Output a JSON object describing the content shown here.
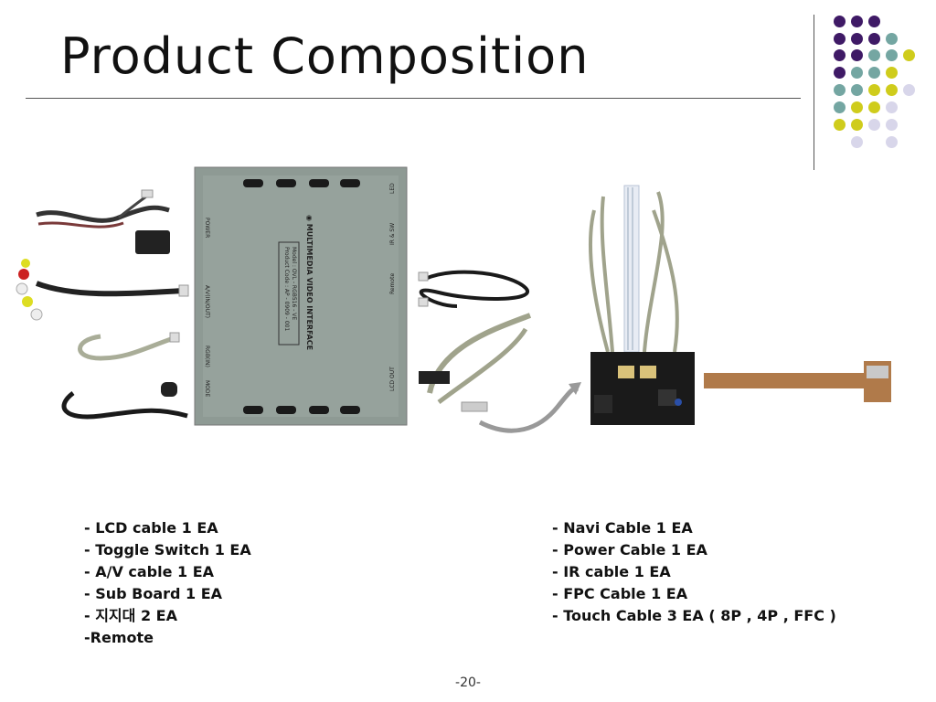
{
  "slide": {
    "title": "Product Composition",
    "page_number": "-20-"
  },
  "device": {
    "brand_line": "◉ MULTIMEDIA VIDEO INTERFACE",
    "model_line": "Model : OVL - RGB516 - VE",
    "code_line": "Product Code : AP - 0909 - 001",
    "port_power": "POWER",
    "port_av": "A/V(IN/OUT)",
    "port_rgb": "RGB(IN)",
    "port_mode": "MODE",
    "port_led": "LED",
    "port_ir": "IR & SW",
    "port_remote": "Remote",
    "port_lcd": "LCD OUT"
  },
  "left_list": [
    "- LCD cable 1 EA",
    "- Toggle Switch 1 EA",
    "- A/V cable 1 EA",
    "- Sub Board 1 EA",
    "- 지지대 2 EA",
    "-Remote"
  ],
  "right_list": [
    "- Navi Cable 1 EA",
    "- Power Cable 1 EA",
    "- IR cable 1 EA",
    "- FPC Cable 1 EA",
    "- Touch Cable 3 EA ( 8P , 4P , FFC )"
  ],
  "colors": {
    "purple": "#3f1a66",
    "teal": "#74a6a2",
    "yellow": "#cfcc1c",
    "lavender": "#d8d6ea",
    "device_body": "#8e9a94",
    "pcb": "#1a1a1a",
    "fpc": "#b07a4a",
    "arrow": "#999999"
  }
}
